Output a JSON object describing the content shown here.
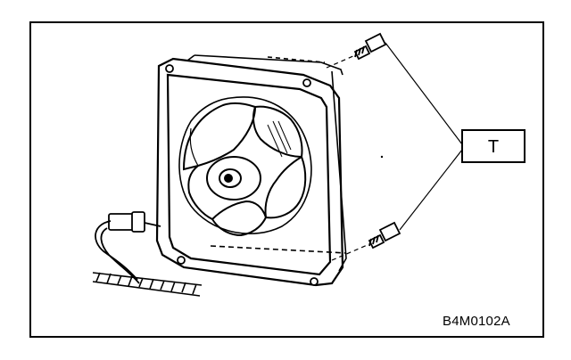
{
  "diagram": {
    "callout_label": "T",
    "figure_code": "B4M0102A"
  },
  "colors": {
    "ink": "#000000",
    "paper": "#ffffff"
  },
  "icons": [
    "fan-blade",
    "fan-housing",
    "bolt",
    "connector",
    "hose"
  ]
}
